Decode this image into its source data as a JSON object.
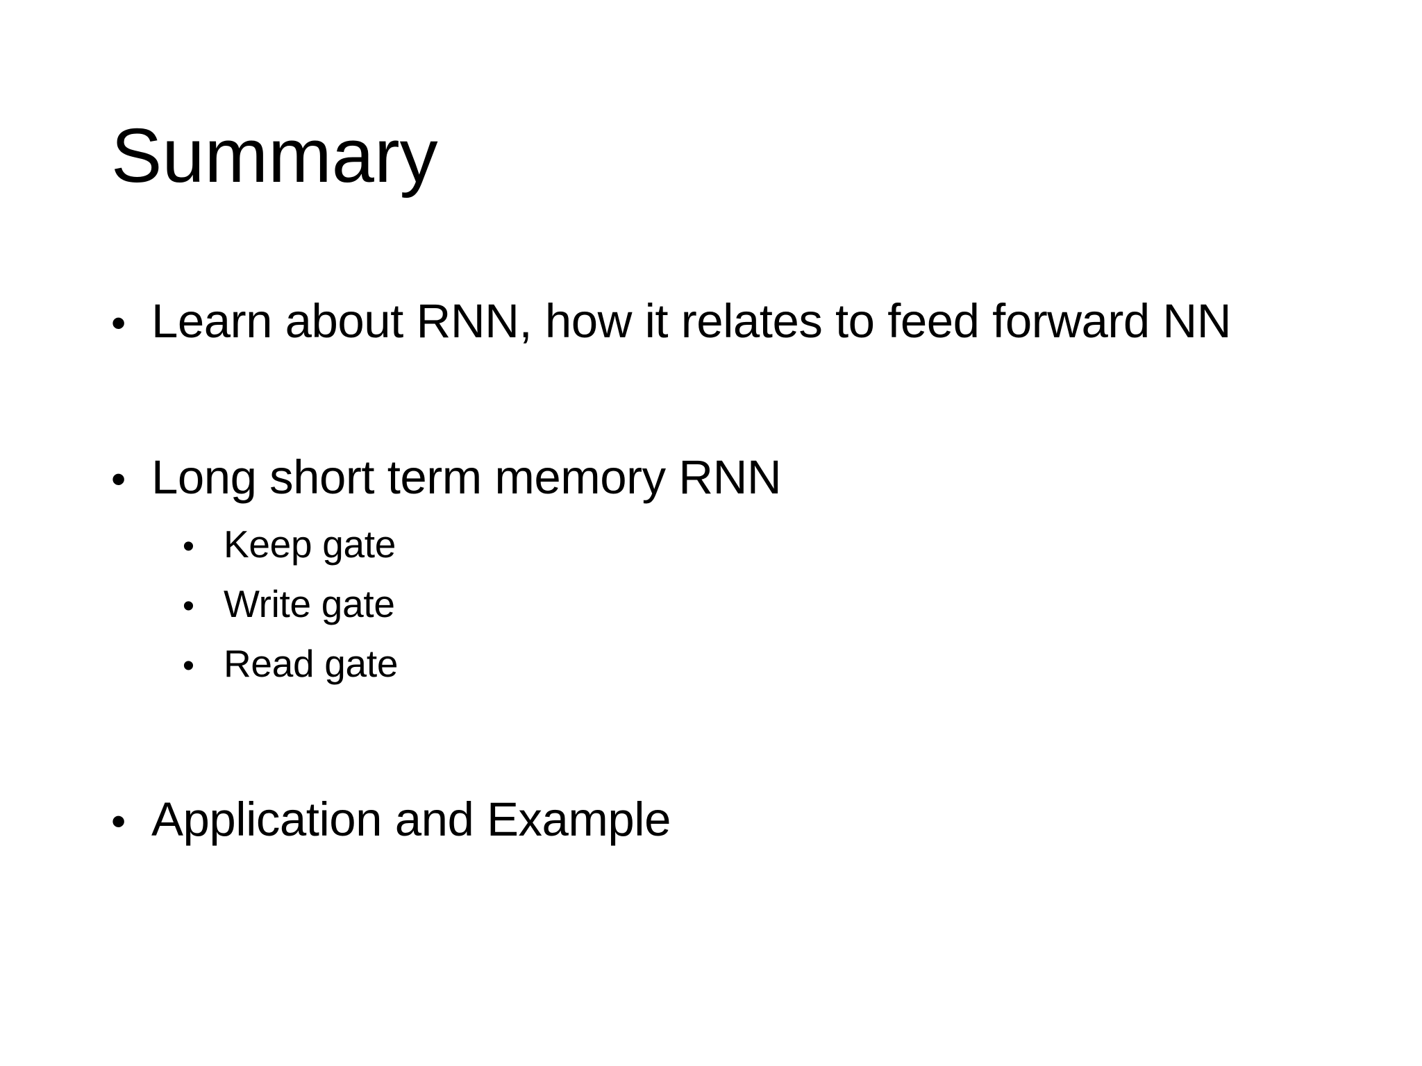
{
  "slide": {
    "title": "Summary",
    "bullet_char": "•",
    "bullets": [
      {
        "level": 1,
        "text": "Learn about RNN, how it relates to feed forward NN"
      },
      {
        "level": 1,
        "text": "Long short term memory RNN"
      },
      {
        "level": 2,
        "text": "Keep gate"
      },
      {
        "level": 2,
        "text": "Write gate"
      },
      {
        "level": 2,
        "text": "Read gate"
      },
      {
        "level": 1,
        "text": "Application and Example"
      }
    ],
    "colors": {
      "background": "#ffffff",
      "text": "#000000"
    }
  }
}
